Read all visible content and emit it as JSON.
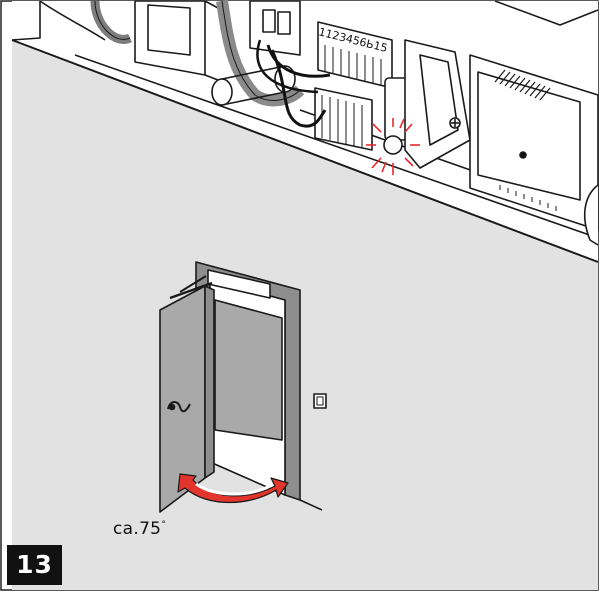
{
  "figure": {
    "step_number": "13",
    "angle_label": "ca.75",
    "angle_unit_symbol": "°",
    "terminal_label": "1123456Ь15"
  },
  "colors": {
    "wall": "#e2e2e2",
    "outline": "#1a1a1a",
    "door_leaf": "#a9a9a9",
    "door_frame": "#8e8e8e",
    "arrow_red": "#e3352d",
    "led_red": "#e8282a",
    "badge_bg": "#111111"
  }
}
